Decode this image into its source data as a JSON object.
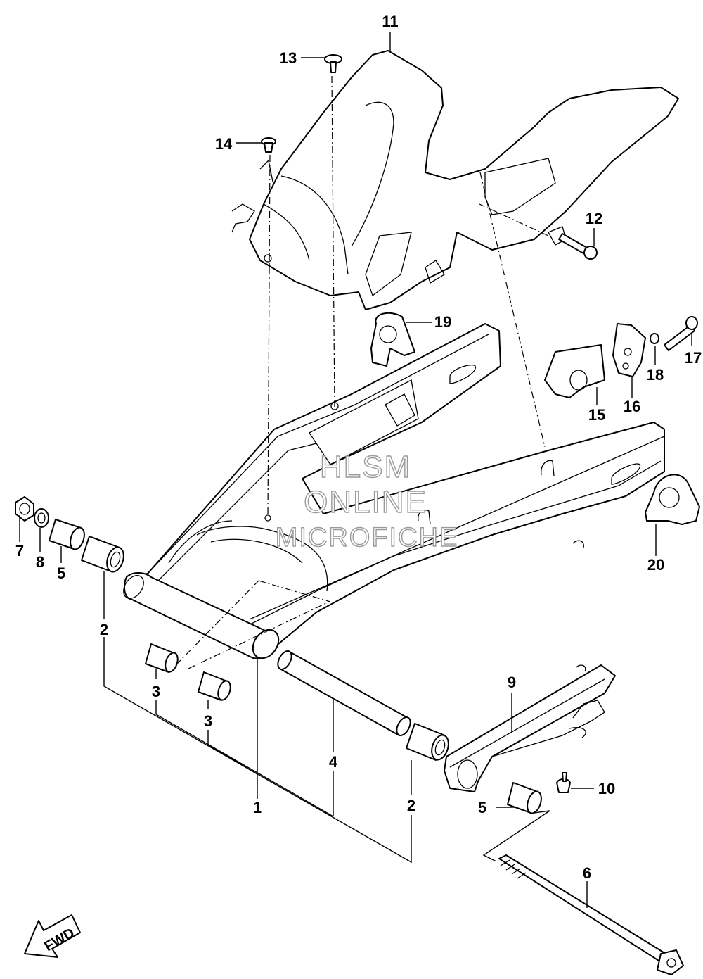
{
  "diagram": {
    "callouts": [
      "1",
      "2",
      "2",
      "3",
      "3",
      "4",
      "5",
      "5",
      "6",
      "7",
      "8",
      "9",
      "10",
      "11",
      "12",
      "13",
      "14",
      "15",
      "16",
      "17",
      "18",
      "19",
      "20"
    ],
    "watermark": [
      "HLSM",
      "ONLINE",
      "MICROFICHE"
    ],
    "direction_label": "FWD"
  }
}
